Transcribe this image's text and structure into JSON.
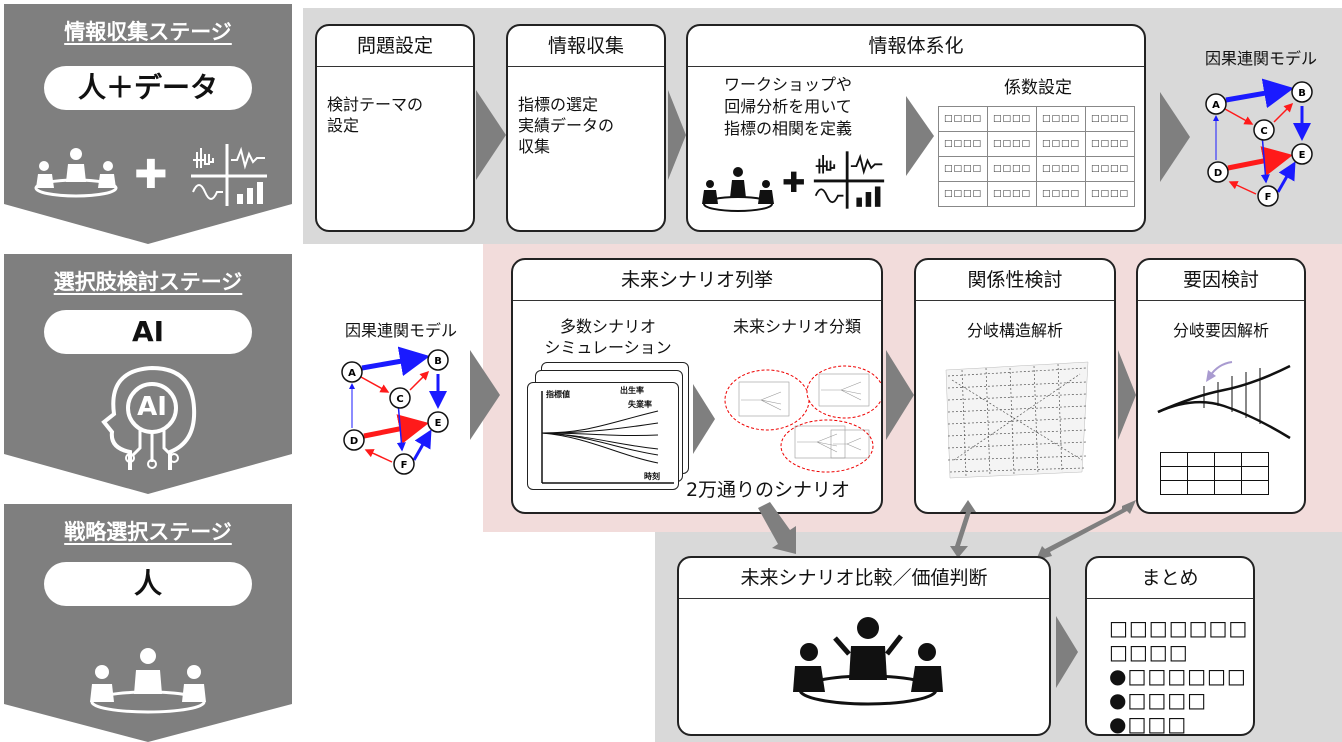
{
  "stages": [
    {
      "title": "情報収集ステージ",
      "pill": "人＋データ"
    },
    {
      "title": "選択肢検討ステージ",
      "pill": "AI"
    },
    {
      "title": "戦略選択ステージ",
      "pill": "人"
    }
  ],
  "ai_head_label": "AI",
  "row1": {
    "problem": {
      "header": "問題設定",
      "body": "検討テーマの\n設定"
    },
    "collect": {
      "header": "情報収集",
      "body": "指標の選定\n実績データの\n収集"
    },
    "system": {
      "header": "情報体系化",
      "workshop": "ワークショップや\n回帰分析を用いて\n指標の相関を定義",
      "coef_title": "係数設定",
      "cell": "□□□□"
    },
    "model_title": "因果連関モデル"
  },
  "row2": {
    "model_title": "因果連関モデル",
    "scenario": {
      "header": "未来シナリオ列挙",
      "sim": "多数シナリオ\nシミュレーション",
      "classify": "未来シナリオ分類",
      "count": "2万通りのシナリオ",
      "mini_y": "指標値",
      "mini_x": "時刻",
      "mini_s1": "出生率",
      "mini_s2": "失業率"
    },
    "relation": {
      "header": "関係性検討",
      "sub": "分岐構造解析"
    },
    "factor": {
      "header": "要因検討",
      "sub": "分岐要因解析"
    }
  },
  "row3": {
    "compare": {
      "header": "未来シナリオ比較／価値判断"
    },
    "summary": {
      "header": "まとめ",
      "lines": [
        "□□□□□□□",
        "□□□□",
        "●□□□□□□",
        "●□□□□",
        "●□□□"
      ]
    }
  },
  "graph_nodes": [
    "A",
    "B",
    "C",
    "D",
    "E",
    "F"
  ],
  "colors": {
    "stage_gray": "#7f7f7f",
    "panel_gray": "#d9d9d9",
    "panel_pink": "#f2dcdb",
    "red": "#ff1a1a",
    "blue": "#1a1aff"
  }
}
